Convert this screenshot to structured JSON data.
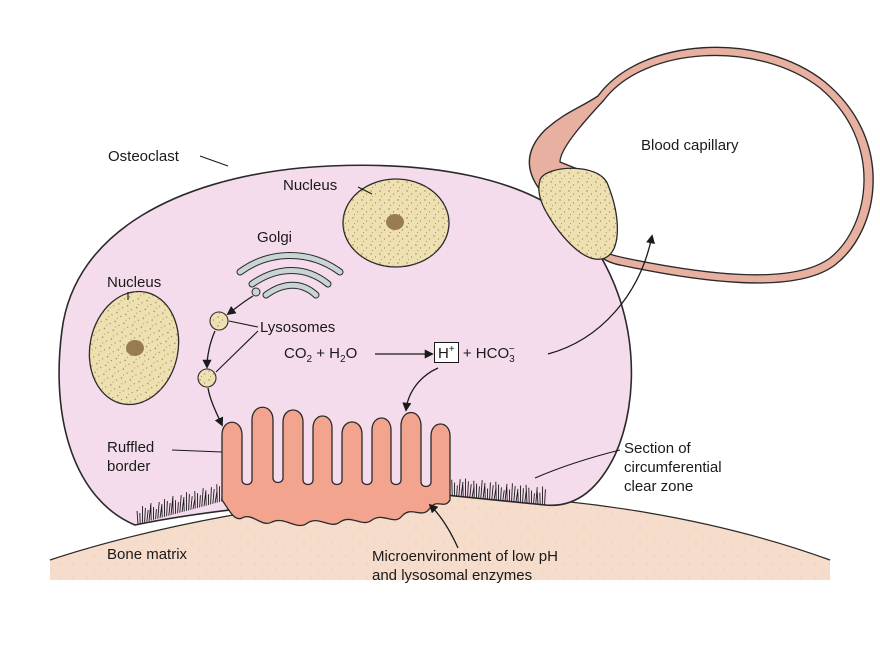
{
  "labels": {
    "osteoclast": "Osteoclast",
    "nucleus_top": "Nucleus",
    "nucleus_left": "Nucleus",
    "golgi": "Golgi",
    "lysosomes": "Lysosomes",
    "ruffled_border": [
      "Ruffled",
      "border"
    ],
    "blood_capillary": "Blood capillary",
    "clear_zone": [
      "Section of",
      "circumferential",
      "clear zone"
    ],
    "bone_matrix": "Bone matrix",
    "microenvironment": [
      "Microenvironment of low pH",
      "and lysosomal enzymes"
    ]
  },
  "equation": {
    "co2": "CO",
    "co2_sub": "2",
    "plus1": "+",
    "h2o_h": "H",
    "h2o_sub": "2",
    "h2o_o": "O",
    "hplus_h": "H",
    "hplus_sup": "+",
    "plus2": "+",
    "hco3": "HCO",
    "hco3_sub": "3",
    "hco3_sup": "−"
  },
  "colors": {
    "cell_fill": "#f4dcec",
    "outline": "#2a2a2a",
    "nucleus_fill": "#eee0b0",
    "nucleolus": "#8a6a40",
    "golgi": "#c9d4d4",
    "ruffled_border": "#f2a48e",
    "bone_matrix": "#f6dccb",
    "capillary_wall": "#e8b0a0"
  }
}
